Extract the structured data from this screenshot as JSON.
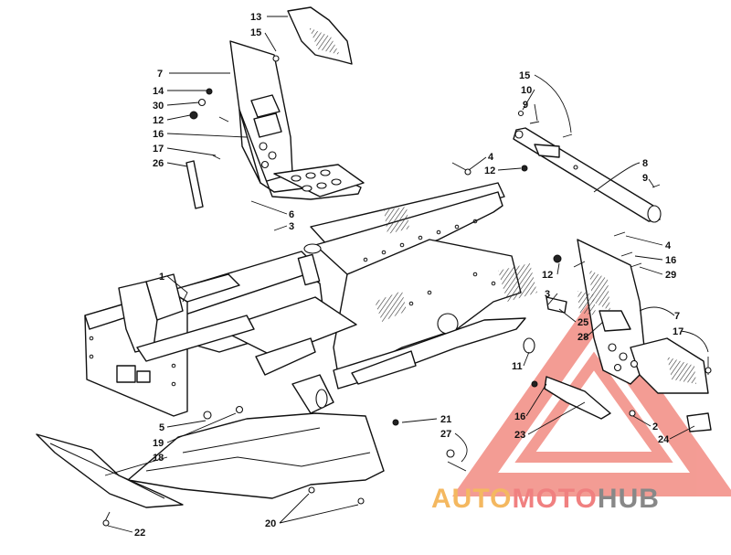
{
  "callouts": [
    "13",
    "15",
    "7",
    "14",
    "30",
    "12",
    "16",
    "17",
    "26",
    "6",
    "3",
    "1",
    "5",
    "19",
    "18",
    "22",
    "20",
    "21",
    "27",
    "4",
    "12",
    "15",
    "10",
    "9",
    "8",
    "9",
    "4",
    "16",
    "29",
    "12",
    "3",
    "25",
    "28",
    "7",
    "17",
    "11",
    "16",
    "23",
    "2",
    "24"
  ],
  "watermark": {
    "brand_auto": "AUTO",
    "brand_moto": "MOTO",
    "brand_hub": "HUB",
    "colors": {
      "auto": "#f4b860",
      "moto": "#f08080",
      "hub": "#888888",
      "triangle": "#f28b82"
    }
  }
}
